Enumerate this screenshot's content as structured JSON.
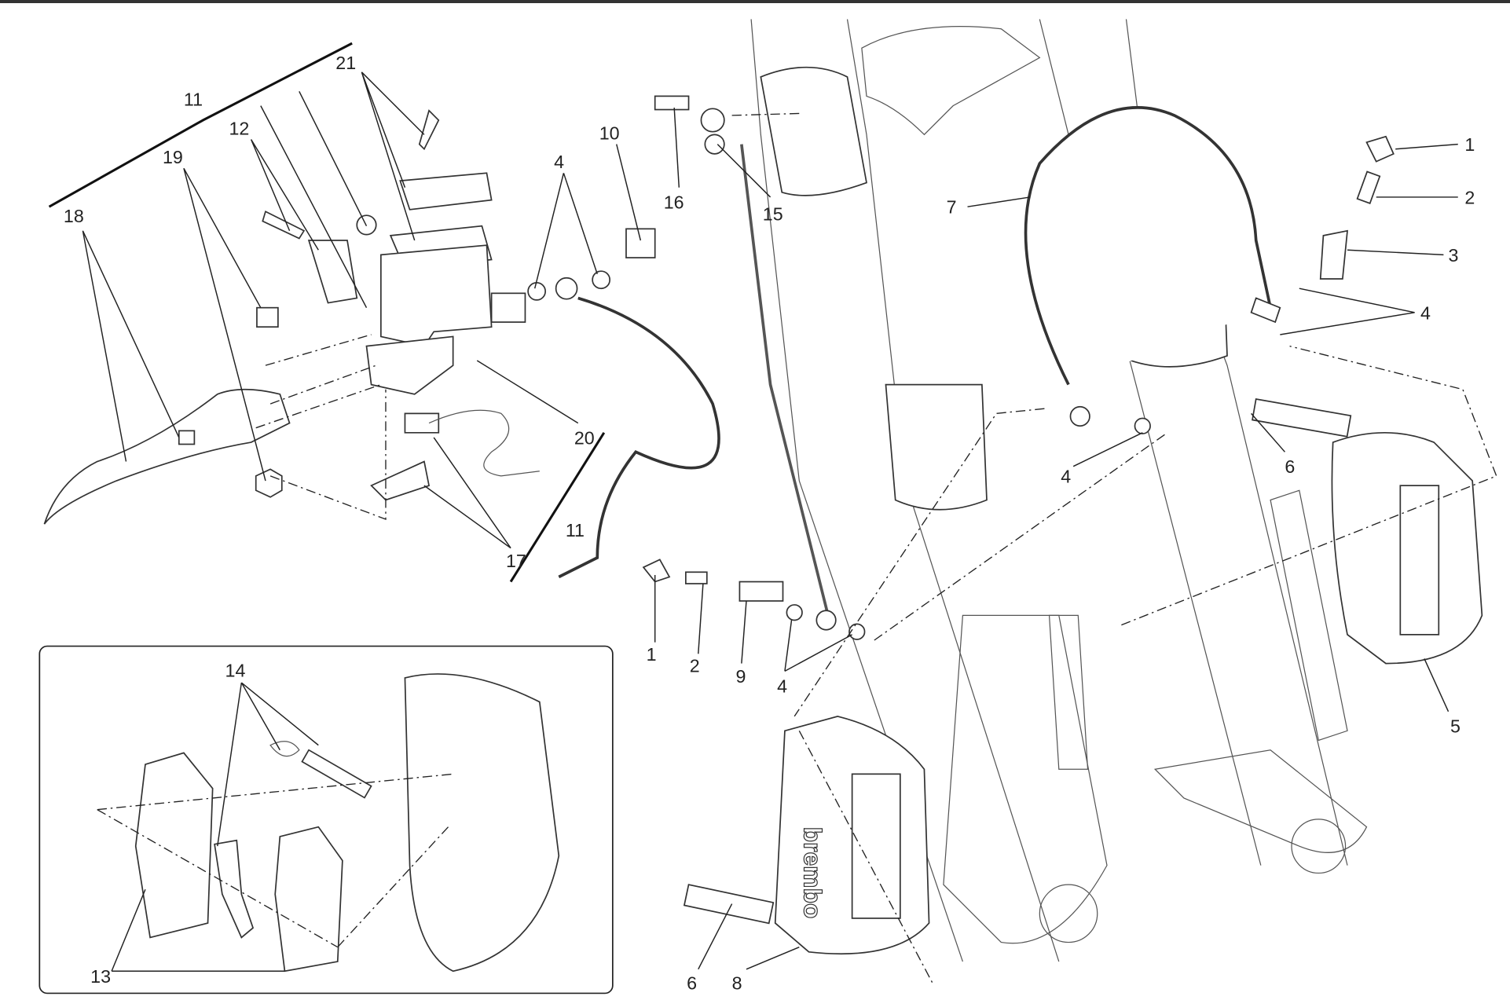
{
  "diagram": {
    "labels": {
      "l11a": "11",
      "l21": "21",
      "l12": "12",
      "l19": "19",
      "l18": "18",
      "l10": "10",
      "l4a": "4",
      "l16": "16",
      "l15": "15",
      "l7": "7",
      "l1a": "1",
      "l2a": "2",
      "l3": "3",
      "l4b": "4",
      "l20": "20",
      "l11b": "11",
      "l17": "17",
      "l6a": "6",
      "l4c": "4",
      "l1b": "1",
      "l2b": "2",
      "l9": "9",
      "l4d": "4",
      "l5": "5",
      "l14": "14",
      "l13": "13",
      "l6b": "6",
      "l8": "8"
    },
    "logo_text": "brembo"
  }
}
